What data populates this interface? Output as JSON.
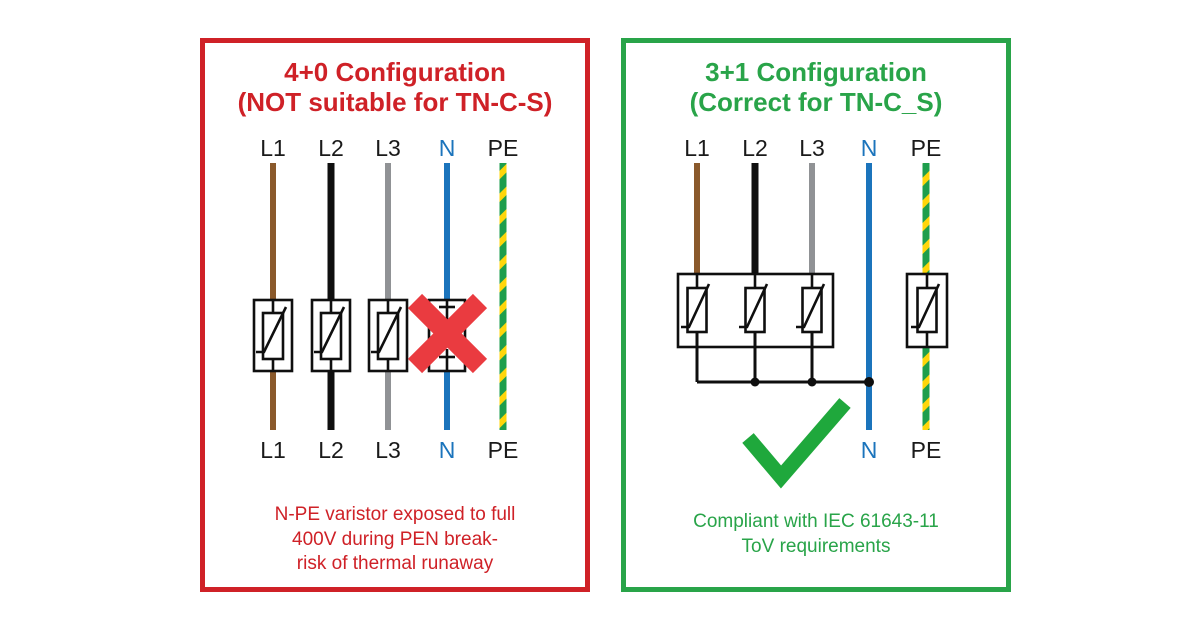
{
  "colors": {
    "red": "#cf2127",
    "red_x": "#ea3b40",
    "green": "#29a449",
    "check_green": "#1fa83c",
    "blue": "#1b74bc",
    "brown": "#8a592b",
    "gray": "#909295",
    "ink": "#0f0f0f",
    "pe_green": "#1e9e4c",
    "pe_yellow": "#ffd60a"
  },
  "icons": {
    "error_x": "red-x-cross",
    "checkmark": "green-check"
  },
  "left_panel": {
    "title_line1": "4+0 Configuration",
    "title_line2": "(NOT suitable for TN-C-S)",
    "top_labels": [
      "L1",
      "L2",
      "L3",
      "N",
      "PE"
    ],
    "bottom_labels": [
      "L1",
      "L2",
      "L3",
      "N",
      "PE"
    ],
    "note_line1": "N-PE varistor exposed to full",
    "note_line2": "400V during PEN break-",
    "note_line3": "risk of thermal runaway"
  },
  "right_panel": {
    "title_line1": "3+1 Configuration",
    "title_line2": "(Correct for TN-C_S)",
    "top_labels": [
      "L1",
      "L2",
      "L3",
      "N",
      "PE"
    ],
    "bottom_labels": [
      "N",
      "PE"
    ],
    "note_line1": "Compliant with IEC 61643-11",
    "note_line2": "ToV requirements"
  }
}
